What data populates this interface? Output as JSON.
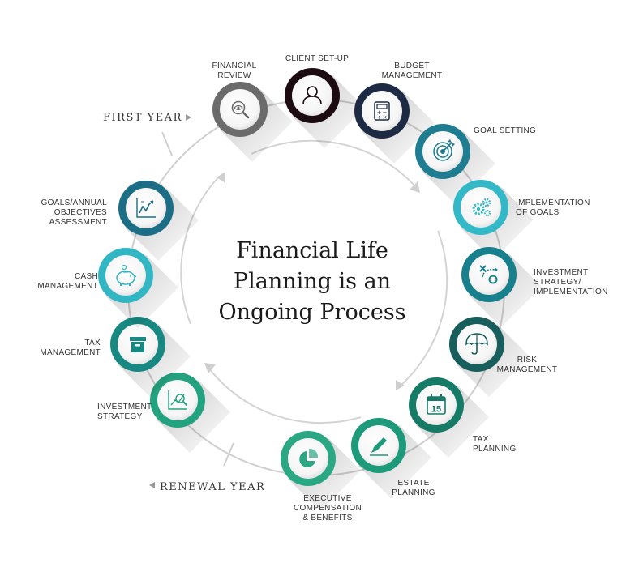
{
  "title_lines": [
    "Financial Life",
    "Planning is an",
    "Ongoing Process"
  ],
  "first_year_label": "FIRST YEAR",
  "renewal_year_label": "RENEWAL YEAR",
  "steps": [
    {
      "label": [
        "FINANCIAL",
        "REVIEW"
      ],
      "icon": "magnifier-eye-icon",
      "color": "#6b6b6b"
    },
    {
      "label": [
        "CLIENT SET-UP"
      ],
      "icon": "person-icon",
      "color": "#1c0c12"
    },
    {
      "label": [
        "BUDGET",
        "MANAGEMENT"
      ],
      "icon": "calculator-icon",
      "color": "#1d2a44"
    },
    {
      "label": [
        "GOAL SETTING"
      ],
      "icon": "target-icon",
      "color": "#1f7d91"
    },
    {
      "label": [
        "IMPLEMENTATION",
        "OF GOALS"
      ],
      "icon": "gears-icon",
      "color": "#33b8c8"
    },
    {
      "label": [
        "INVESTMENT",
        "STRATEGY/",
        "IMPLEMENTATION"
      ],
      "icon": "strategy-icon",
      "color": "#18808c"
    },
    {
      "label": [
        "RISK",
        "MANAGEMENT"
      ],
      "icon": "umbrella-icon",
      "color": "#175e5c"
    },
    {
      "label": [
        "TAX",
        "PLANNING"
      ],
      "icon": "calendar-icon",
      "color": "#157a66"
    },
    {
      "label": [
        "ESTATE",
        "PLANNING"
      ],
      "icon": "pen-icon",
      "color": "#1c9a7a"
    },
    {
      "label": [
        "EXECUTIVE",
        "COMPENSATION",
        "& BENEFITS"
      ],
      "icon": "pie-icon",
      "color": "#2aa783"
    },
    {
      "label": [
        "INVESTMENT",
        "STRATEGY"
      ],
      "icon": "growth-chart-icon",
      "color": "#23a27f"
    },
    {
      "label": [
        "TAX",
        "MANAGEMENT"
      ],
      "icon": "box-icon",
      "color": "#178882"
    },
    {
      "label": [
        "CASH",
        "MANAGEMENT"
      ],
      "icon": "piggy-bank-icon",
      "color": "#33b6c4"
    },
    {
      "label": [
        "GOALS/ANNUAL",
        "OBJECTIVES",
        "ASSESSMENT"
      ],
      "icon": "line-chart-icon",
      "color": "#1c6e86"
    }
  ]
}
